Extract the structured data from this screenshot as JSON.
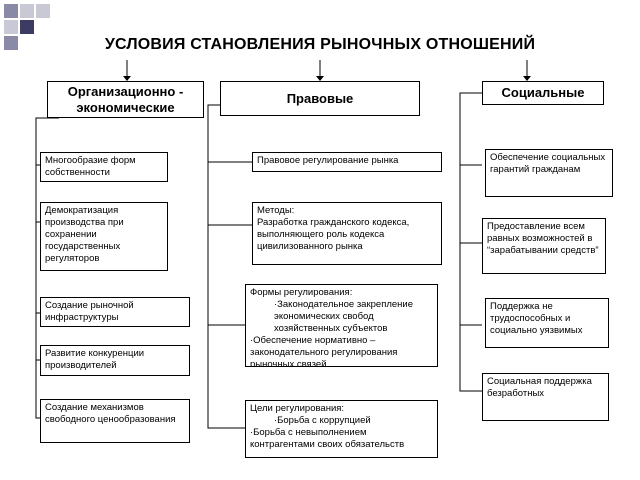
{
  "title": "УСЛОВИЯ СТАНОВЛЕНИЯ РЫНОЧНЫХ ОТНОШЕНИЙ",
  "colors": {
    "square_dark": "#3b3b64",
    "square_mid": "#8a8aa6",
    "square_light": "#c9c9d6",
    "line": "#000000"
  },
  "columns": [
    {
      "header": "Организационно - экономические",
      "items": [
        "Многообразие форм собственности",
        "Демократизация производства при сохранении государственных регуляторов",
        "Создание рыночной инфраструктуры",
        "Развитие конкуренции производителей",
        "Создание механизмов свободного ценообразования"
      ]
    },
    {
      "header": "Правовые",
      "items": [
        "Правовое регулирование рынка",
        "Методы:\nРазработка гражданского кодекса, выполняющего роль кодекса цивилизованного рынка"
      ],
      "forms": {
        "title": "Формы регулирования:",
        "bullet1": "·Законодательное закрепление экономических свобод хозяйственных субъектов",
        "bullet2": "·Обеспечение нормативно – законодательного регулирования рыночных связей"
      },
      "goals": {
        "title": "Цели регулирования:",
        "bullet1": "·Борьба с коррупцией",
        "bullet2": "·Борьба с невыполнением контрагентами своих обязательств"
      }
    },
    {
      "header": "Социальные",
      "items": [
        "Обеспечение социальных гарантий гражданам",
        "Предоставление всем равных возможностей в “зарабатывании средств”",
        "Поддержка не трудоспособных и социально уязвимых",
        "Социальная поддержка безработных"
      ]
    }
  ]
}
